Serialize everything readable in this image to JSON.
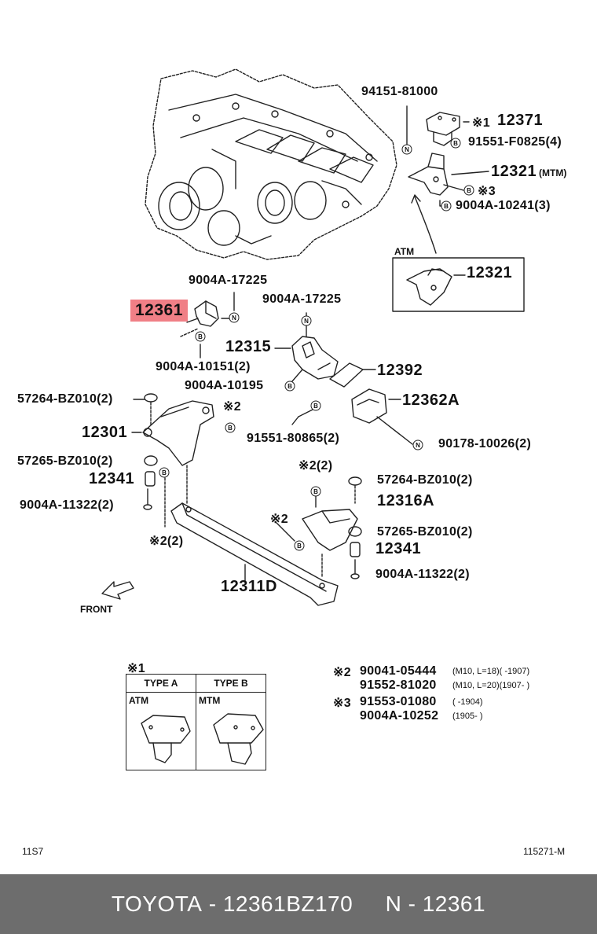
{
  "callouts": {
    "part_94151": "94151-81000",
    "part_12371": "12371",
    "part_91551_f0825": "91551-F0825(4)",
    "part_12321_mtm": "12321",
    "mtm_suffix": "(MTM)",
    "note3_b": "※3",
    "part_9004a_10241": "9004A-10241(3)",
    "atm_label": "ATM",
    "part_12321_atm": "12321",
    "part_9004a_17225_a": "9004A-17225",
    "part_12361": "12361",
    "part_9004a_17225_b": "9004A-17225",
    "part_12315": "12315",
    "part_9004a_10151": "9004A-10151(2)",
    "part_12392": "12392",
    "part_9004a_10195": "9004A-10195",
    "part_12362a": "12362A",
    "part_57264_left": "57264-BZ010(2)",
    "note2_left": "※2",
    "part_12301": "12301",
    "part_91551_80865": "91551-80865(2)",
    "part_90178": "90178-10026(2)",
    "part_57265_left": "57265-BZ010(2)",
    "note2_2_top": "※2(2)",
    "part_57264_right": "57264-BZ010(2)",
    "part_12341_left": "12341",
    "part_9004a_11322_left": "9004A-11322(2)",
    "part_12316a": "12316A",
    "note2_mid": "※2",
    "part_57265_right": "57265-BZ010(2)",
    "note2_2_bottom": "※2(2)",
    "part_12341_right": "12341",
    "part_9004a_11322_right": "9004A-11322(2)",
    "part_12311d": "12311D",
    "front_label": "FRONT"
  },
  "marker_letters": {
    "n": "N",
    "b": "B"
  },
  "notes": {
    "n1_mark": "※1",
    "type_a": "TYPE A",
    "type_b": "TYPE B",
    "atm": "ATM",
    "mtm": "MTM",
    "n2_mark": "※2",
    "n2_line1_part": "90041-05444",
    "n2_line1_spec": "(M10, L=18)(      -1907)",
    "n2_line2_part": "91552-81020",
    "n2_line2_spec": "(M10, L=20)(1907-      )",
    "n3_mark": "※3",
    "n3_line1_part": "91553-01080",
    "n3_line1_spec": "(      -1904)",
    "n3_line2_part": "9004A-10252",
    "n3_line2_spec": "(1905-      )",
    "n1_b_mark": "※1"
  },
  "corner": {
    "left": "11S7",
    "right": "115271-M"
  },
  "footer": {
    "brand": "TOYOTA",
    "sep1": " - ",
    "part_number": "12361BZ170",
    "gap": "     ",
    "ref": "N - 12361"
  },
  "colors": {
    "highlight": "#f07f86",
    "footer_bg": "#6d6d6d"
  }
}
